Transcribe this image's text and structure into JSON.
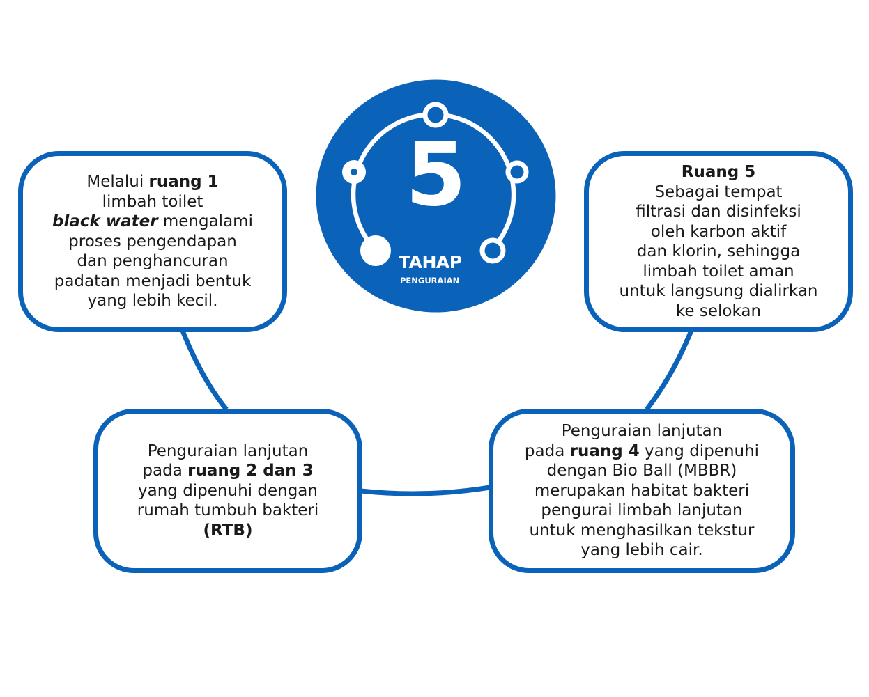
{
  "colors": {
    "accent": "#0b63b9",
    "background": "#ffffff",
    "text": "#1a1a1a"
  },
  "badge": {
    "number": "5",
    "title": "TAHAP",
    "subtitle": "PENGURAIAN"
  },
  "stage_1": {
    "lines": [
      {
        "pre": "Melalui ",
        "bold": "ruang 1",
        "post": ""
      },
      {
        "pre": "limbah toilet",
        "bold": "",
        "post": ""
      },
      {
        "italic_bold": "black water",
        "post": " mengalami"
      },
      {
        "pre": "proses pengendapan",
        "bold": "",
        "post": ""
      },
      {
        "pre": "dan penghancuran",
        "bold": "",
        "post": ""
      },
      {
        "pre": "padatan menjadi bentuk",
        "bold": "",
        "post": ""
      },
      {
        "pre": "yang lebih kecil.",
        "bold": "",
        "post": ""
      }
    ]
  },
  "stage_5": {
    "lines": [
      {
        "pre": "",
        "bold": "Ruang 5",
        "post": ""
      },
      {
        "pre": "Sebagai tempat",
        "bold": "",
        "post": ""
      },
      {
        "pre": "filtrasi dan disinfeksi",
        "bold": "",
        "post": ""
      },
      {
        "pre": "oleh karbon aktif",
        "bold": "",
        "post": ""
      },
      {
        "pre": "dan klorin, sehingga",
        "bold": "",
        "post": ""
      },
      {
        "pre": "limbah toilet aman",
        "bold": "",
        "post": ""
      },
      {
        "pre": "untuk langsung dialirkan",
        "bold": "",
        "post": ""
      },
      {
        "pre": "ke selokan",
        "bold": "",
        "post": ""
      }
    ]
  },
  "stage_2_3": {
    "lines": [
      {
        "pre": "Penguraian lanjutan",
        "bold": "",
        "post": ""
      },
      {
        "pre": "pada ",
        "bold": "ruang 2 dan 3",
        "post": ""
      },
      {
        "pre": "yang dipenuhi dengan",
        "bold": "",
        "post": ""
      },
      {
        "pre": "rumah tumbuh bakteri",
        "bold": "",
        "post": ""
      },
      {
        "pre": "",
        "bold": "(RTB)",
        "post": ""
      }
    ]
  },
  "stage_4": {
    "lines": [
      {
        "pre": "Penguraian lanjutan",
        "bold": "",
        "post": ""
      },
      {
        "pre": "pada ",
        "bold": "ruang 4",
        "post": " yang dipenuhi"
      },
      {
        "pre": "dengan Bio Ball (MBBR)",
        "bold": "",
        "post": ""
      },
      {
        "pre": "merupakan habitat bakteri",
        "bold": "",
        "post": ""
      },
      {
        "pre": "pengurai limbah lanjutan",
        "bold": "",
        "post": ""
      },
      {
        "pre": "untuk menghasilkan tekstur",
        "bold": "",
        "post": ""
      },
      {
        "pre": "yang lebih cair.",
        "bold": "",
        "post": ""
      }
    ]
  }
}
